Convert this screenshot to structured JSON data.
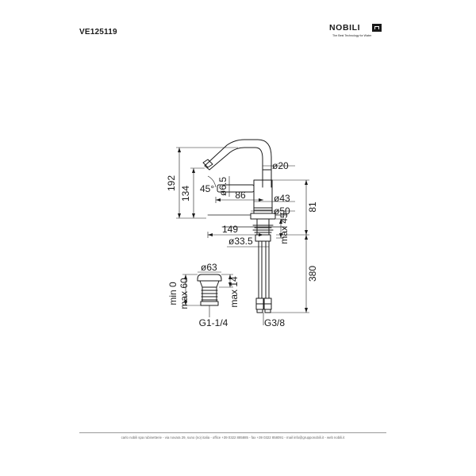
{
  "header": {
    "product_code": "VE125119",
    "brand_name": "NOBILI",
    "brand_tagline": "The Best Technology for Water",
    "brand_mark_icon": "nobili-logo-mark"
  },
  "drawing": {
    "dims": {
      "h192": "192",
      "h134": "134",
      "angle45": "45°",
      "d6_5": "ø6.5",
      "w86": "86",
      "d20": "ø20",
      "d43": "ø43",
      "d50": "ø50",
      "h81": "81",
      "w149": "149",
      "max45": "max 45",
      "d33_5": "ø33.5",
      "h380": "380",
      "g3_8": "G3/8",
      "d63": "ø63",
      "min0": "min 0",
      "max60": "max 60",
      "max14": "max 14",
      "g1_1_4": "G1-1/4"
    }
  },
  "footer": {
    "contact_line": "carlo nobili spa rubinetterie - via novara 29, suno (no) italia - office +39 0322 885885 - fax +39 0322 858091 - mail info@grupponobili.it - web nobili.it"
  }
}
